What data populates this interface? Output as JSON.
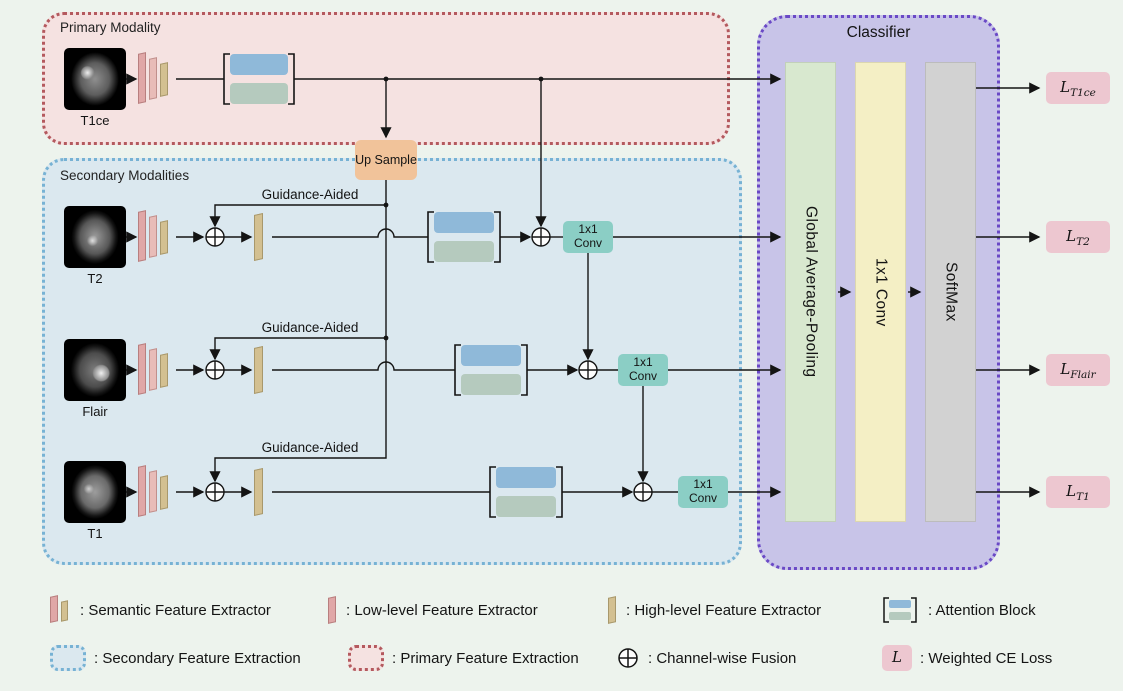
{
  "colors": {
    "background": "#edf3ed",
    "primary_region_fill": "#f5e2e1",
    "primary_region_border": "#b4595e",
    "secondary_region_fill": "#dbe8ef",
    "secondary_region_border": "#77b2d4",
    "classifier_region_fill": "#c8c4e8",
    "classifier_region_border": "#6a49c6",
    "attention_blue": "#8fb9d9",
    "attention_green": "#b5cabe",
    "upsample_orange": "#f1c39a",
    "conv_teal": "#8bcec5",
    "loss_pink": "#edc7d0",
    "gap_bar_green": "#d8e8cf",
    "conv_bar_yellow": "#f4efc5",
    "softmax_bar_gray": "#d2d2d2",
    "extractor_pink": "#e0a7a7",
    "extractor_tan": "#d3c091",
    "wire": "#141414"
  },
  "primary": {
    "title": "Primary Modality",
    "image_label": "T1ce"
  },
  "up_sample": {
    "label": "Up Sample"
  },
  "secondary": {
    "title": "Secondary Modalities",
    "rows": [
      {
        "image_label": "T2",
        "guidance_label": "Guidance-Aided",
        "conv_label": "1x1 Conv"
      },
      {
        "image_label": "Flair",
        "guidance_label": "Guidance-Aided",
        "conv_label": "1x1 Conv"
      },
      {
        "image_label": "T1",
        "guidance_label": "Guidance-Aided",
        "conv_label": "1x1 Conv"
      }
    ]
  },
  "classifier": {
    "title": "Classifier",
    "stages": [
      {
        "label": "Global Average-Pooling"
      },
      {
        "label": "1x1 Conv"
      },
      {
        "label": "SoftMax"
      }
    ]
  },
  "losses": [
    {
      "symbol": "L",
      "subscript": "T1ce"
    },
    {
      "symbol": "L",
      "subscript": "T2"
    },
    {
      "symbol": "L",
      "subscript": "Flair"
    },
    {
      "symbol": "L",
      "subscript": "T1"
    }
  ],
  "legend": {
    "row1": [
      {
        "label": ": Semantic Feature Extractor"
      },
      {
        "label": ": Low-level Feature Extractor"
      },
      {
        "label": ": High-level Feature Extractor"
      },
      {
        "label": ": Attention Block"
      }
    ],
    "row2": [
      {
        "label": ": Secondary Feature Extraction"
      },
      {
        "label": ": Primary Feature Extraction"
      },
      {
        "label": ": Channel-wise Fusion"
      },
      {
        "symbol": "L",
        "label": ": Weighted CE Loss"
      }
    ]
  }
}
